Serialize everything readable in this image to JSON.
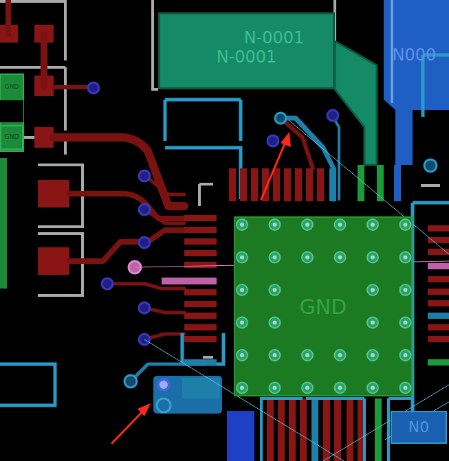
{
  "diagram": {
    "nodes": [
      {
        "text": [
          "N-0001",
          "N-0001"
        ]
      },
      {
        "text": [
          "N000"
        ]
      },
      {
        "text": [
          "GND"
        ]
      },
      {
        "text": [
          "GND"
        ]
      },
      {
        "text": [
          "GND"
        ]
      },
      {
        "text": [
          "N0"
        ]
      }
    ]
  }
}
